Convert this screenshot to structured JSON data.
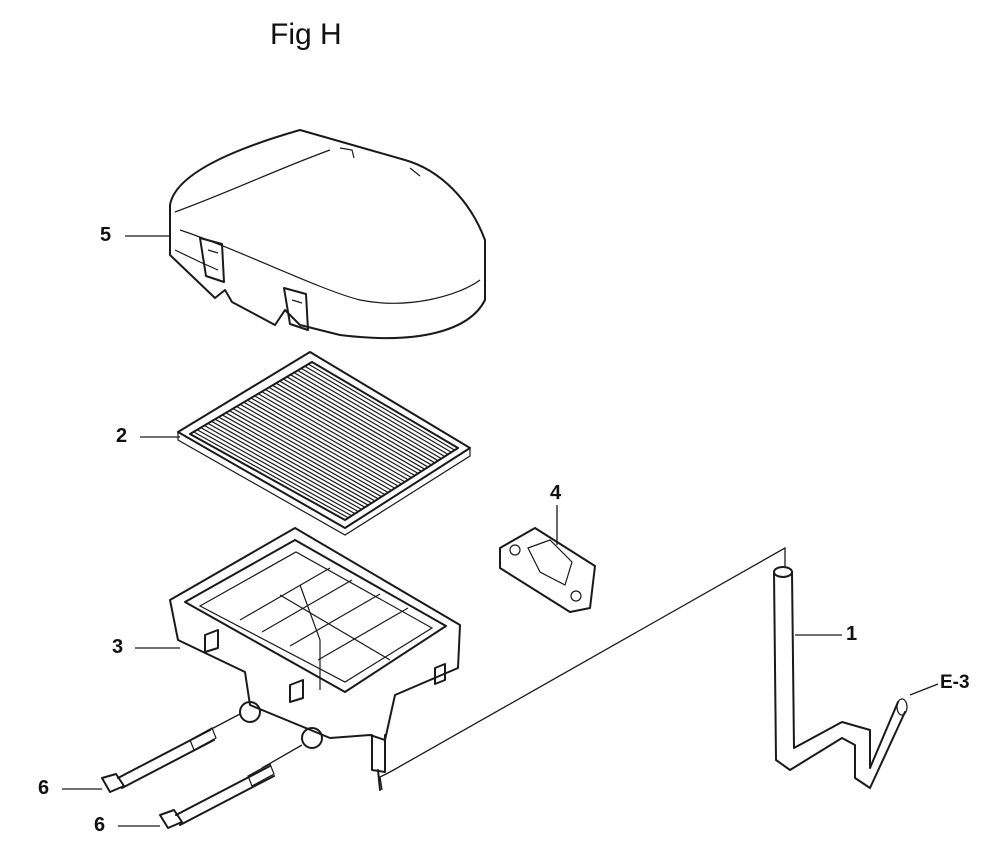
{
  "figure": {
    "title": "Fig H"
  },
  "callouts": {
    "cover": "5",
    "filter": "2",
    "case": "3",
    "gasket": "4",
    "tube": "1",
    "bolt_upper": "6",
    "bolt_lower": "6"
  },
  "reference": {
    "tube_destination": "E-3"
  }
}
